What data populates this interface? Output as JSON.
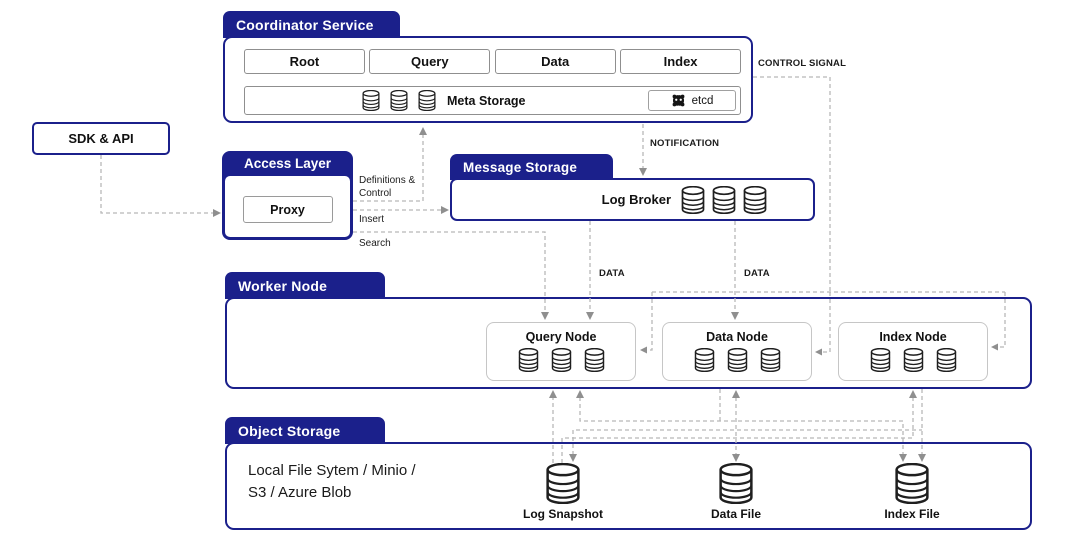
{
  "colors": {
    "navy": "#1b208b",
    "line_gray": "#b8b8b8",
    "arrow_gray": "#8f8f8f"
  },
  "sdk": {
    "label": "SDK & API"
  },
  "coordinator": {
    "title": "Coordinator Service",
    "components": [
      "Root",
      "Query",
      "Data",
      "Index"
    ],
    "meta_storage_label": "Meta Storage",
    "etcd_label": "etcd"
  },
  "access_layer": {
    "title": "Access Layer",
    "proxy_label": "Proxy"
  },
  "message_storage": {
    "title": "Message Storage",
    "log_broker_label": "Log Broker"
  },
  "worker_node": {
    "title": "Worker Node",
    "nodes": [
      "Query Node",
      "Data Node",
      "Index Node"
    ]
  },
  "object_storage": {
    "title": "Object Storage",
    "backends": "Local File Sytem / Minio /\nS3 / Azure Blob",
    "files": [
      "Log Snapshot",
      "Data File",
      "Index File"
    ]
  },
  "edge_labels": {
    "control_signal": "CONTROL SIGNAL",
    "notification": "NOTIFICATION",
    "definitions_control": "Definitions &\nControl",
    "insert": "Insert",
    "search": "Search",
    "data_to_query": "DATA",
    "data_to_data": "DATA"
  }
}
